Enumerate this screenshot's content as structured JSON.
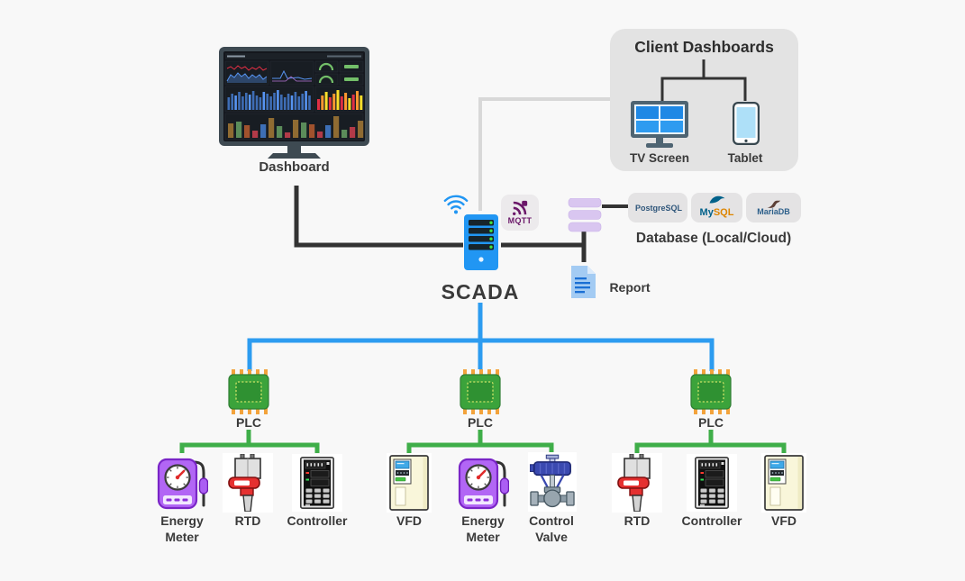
{
  "diagram": {
    "dashboard": {
      "label": "Dashboard"
    },
    "client_dashboards": {
      "title": "Client Dashboards",
      "devices": [
        {
          "label": "TV Screen"
        },
        {
          "label": "Tablet"
        }
      ]
    },
    "scada": {
      "label": "SCADA",
      "mqtt_label": "MQTT"
    },
    "database": {
      "label": "Database (Local/Cloud)",
      "badges": [
        {
          "name": "postgresql",
          "label": "PostgreSQL"
        },
        {
          "name": "mysql",
          "label_my": "My",
          "label_sql": "SQL"
        },
        {
          "name": "mariadb",
          "label": "MariaDB"
        }
      ]
    },
    "report": {
      "label": "Report"
    },
    "plc_groups": [
      {
        "plc_label": "PLC",
        "devices": [
          {
            "type": "energy-meter",
            "label": "Energy Meter"
          },
          {
            "type": "rtd",
            "label": "RTD"
          },
          {
            "type": "controller",
            "label": "Controller"
          }
        ]
      },
      {
        "plc_label": "PLC",
        "devices": [
          {
            "type": "vfd",
            "label": "VFD"
          },
          {
            "type": "energy-meter",
            "label": "Energy Meter"
          },
          {
            "type": "control-valve",
            "label": "Control Valve"
          }
        ]
      },
      {
        "plc_label": "PLC",
        "devices": [
          {
            "type": "rtd",
            "label": "RTD"
          },
          {
            "type": "controller",
            "label": "Controller"
          },
          {
            "type": "vfd",
            "label": "VFD"
          }
        ]
      }
    ],
    "colors": {
      "connector_dark": "#333333",
      "connector_blue": "#2D9CF0",
      "connector_green": "#3FAE49",
      "connector_gray": "#D8D8D8",
      "scada_blue": "#2196F3",
      "mqtt_purple": "#6B1869",
      "meter_purple": "#B266F5",
      "plc_green": "#3BA33B"
    }
  }
}
